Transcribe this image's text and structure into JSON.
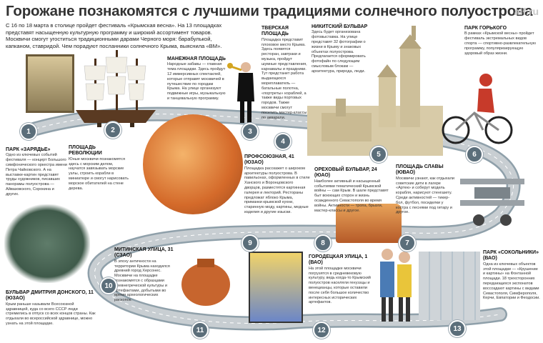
{
  "title": "Горожане познакомятся с лучшими традициями солнечного полуострова",
  "watermark": "aif.ru",
  "intro": "С 16 по 18 марта в столице пройдет фестиваль «Крымская весна». На 13 площадках представят насыщенную культурную программу и широкий ассортимент товаров. Москвичи смогут угоститься традиционными дарами Черного моря: барабулькой, капканом, ставридой. Чем порадуют посланники солнечного Крыма, выяснила «ВМ».",
  "numbers": [
    "1",
    "2",
    "3",
    "4",
    "5",
    "6",
    "7",
    "8",
    "9",
    "10",
    "11",
    "12",
    "13"
  ],
  "sites": {
    "s1": {
      "heading": "Парк «Зарядье»",
      "text": "Одно из ключевых событий фестиваля — концерт Большого симфонического оркестра имени Петра Чайковского. А на выставке-картин представят труды художников, писавших панорамы полуострова — Айвазовского, Сорокина и других."
    },
    "s2": {
      "heading": "Площадь Революции",
      "text": "Юные москвичи познакомятся здесь с морским делом, научатся завязывать морские узлы, строить корабли в миниатюре и смогут нарисовать морское обитателей на стене дерева."
    },
    "s3": {
      "heading": "Манежная площадь",
      "text": "Народные забавы — главная тема площадки. Здесь пройдут 12 иммерсивных спектаклей, которые отправят москвичей в путешествие по городам Крыма. На улице организуют подвижные игры, музыкальную и танцевальную программу."
    },
    "s4": {
      "heading": "Тверская площадь",
      "text": "Площадка представит плоховое место Крыма. Здесь появятся ресторан, завтраки и музыка, пройдут шумные представления, карнавалы и праздники. Тут предстанет работа выдающихся мореплаватель — батальные полотна, «портреты» кораблей, а также виды портовых городов. Также москвичи смогут посетить мастер-классы по акварели."
    },
    "s5": {
      "heading": "Никитский бульвар",
      "text": "Здесь будет организована фотовыставка. На улице представят 32 фотографии о жизни в Крыму и знаковых объектах полуострова. Предлагается сформировать фотофайн по следующим смысловым блокам — архитектура, природа, люди."
    },
    "s6": {
      "heading": "Парк Горького",
      "text": "В рамках «Крымской весны» пройдет фестиваль экстремальных видов спорта — спортивно-развлекательную программу, популяризирующую здоровый образ жизни."
    },
    "s7": {
      "heading": "Площадь Славы (ЮВАО)",
      "text": "Москвичи узнают, как отдыхали советские дети в лагере «Артек» и соберут модель корабля, нарисуют стенгазету. Среди активностей — тикер-бол, футбол, посиделки у костра с песнями под гитару и другое."
    },
    "s8": {
      "heading": "Ореховый бульвар, 24 (ЮАО)",
      "text": "Наиболее активный и насыщенный событиями тематический Крымской войны — сам Крым. В шале представят быт воюющих сторон и жизнь осажденного Севастополя во время войны. Активности — тропа, брызги, мастер-классы и другое."
    },
    "s9": {
      "heading": "Профсоюзная, 41 (ЮЗАО)",
      "text": "Площадка расскажет о широком архитектуры полуострова. В павильонах, оформленных в стиле Ханского и Воронцовского дворцов, разместятся картинная галерея и лекторий. Рестораны предложат яблоко Крыма, приманки крымской кухни, старинную моду, картины, медные изделия и другие изыски."
    },
    "s10": {
      "heading": "Бульвар Дмитрия Донского, 11 (ЮЗАО)",
      "text": "Крым раньше называли Всесоюзной здравницей, куда со всего СССР люди стремились в отпуск со всех концов страны. Как отдыхали во всероссийской здравнице, можно узнать на этой площадке."
    },
    "s11": {
      "heading": "Митинская улица, 31 (СЗАО)",
      "text": "В эпоху античности на территории Крыма находился древний город Херсонес. Москвичи на площадке познакомятся с образцами древнегреческой культуры и артефактами, добытыми во время археологических раскопок."
    },
    "s12": {
      "heading": "Городецкая улица, 1 (ВАО)",
      "text": "На этой площадке москвичи погрузятся в средневековую культуру, ведь когда-то Крымский полуостров населяли генуэзцы и венецианцы, которые оставили после себя большое количество интересных исторических артефактов."
    },
    "s13": {
      "heading": "Парк «Сокольники» (ВАО)",
      "text": "Одна из ключевых объектов этой площадки — «Крушение и картины» на Фонтанной площади. 18 трехсторонних передающихся экспонатов воссоздают картины с видами Севастополя, Симферополя, Керчи, Евпатории и Феодосии."
    }
  },
  "colors": {
    "road": "#c8ced2",
    "roadEdge": "#8fa0aa",
    "marker": "#5b6e7a",
    "grass": "#a9c27a"
  }
}
